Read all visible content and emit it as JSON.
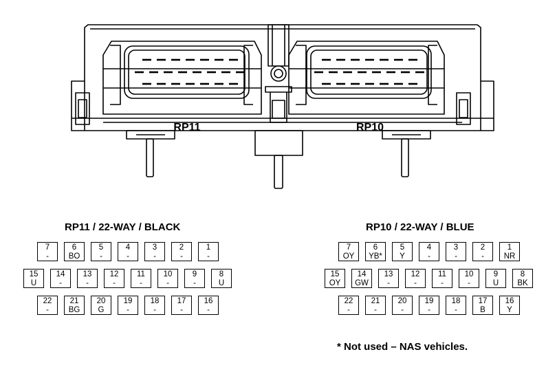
{
  "ecu": {
    "left_connector_label": "RP11",
    "right_connector_label": "RP10"
  },
  "tables": [
    {
      "id": "rp11",
      "title": "RP11 / 22-WAY / BLACK",
      "rows": [
        [
          {
            "n": "7",
            "c": "-"
          },
          {
            "n": "6",
            "c": "BO"
          },
          {
            "n": "5",
            "c": "-"
          },
          {
            "n": "4",
            "c": "-"
          },
          {
            "n": "3",
            "c": "-"
          },
          {
            "n": "2",
            "c": "-"
          },
          {
            "n": "1",
            "c": "-"
          }
        ],
        [
          {
            "n": "15",
            "c": "U"
          },
          {
            "n": "14",
            "c": "-"
          },
          {
            "n": "13",
            "c": "-"
          },
          {
            "n": "12",
            "c": "-"
          },
          {
            "n": "11",
            "c": "-"
          },
          {
            "n": "10",
            "c": "-"
          },
          {
            "n": "9",
            "c": "-"
          },
          {
            "n": "8",
            "c": "U"
          }
        ],
        [
          {
            "n": "22",
            "c": "-"
          },
          {
            "n": "21",
            "c": "BG"
          },
          {
            "n": "20",
            "c": "G"
          },
          {
            "n": "19",
            "c": "-"
          },
          {
            "n": "18",
            "c": "-"
          },
          {
            "n": "17",
            "c": "-"
          },
          {
            "n": "16",
            "c": "-"
          }
        ]
      ]
    },
    {
      "id": "rp10",
      "title": "RP10 / 22-WAY / BLUE",
      "rows": [
        [
          {
            "n": "7",
            "c": "OY"
          },
          {
            "n": "6",
            "c": "YB*"
          },
          {
            "n": "5",
            "c": "Y"
          },
          {
            "n": "4",
            "c": "-"
          },
          {
            "n": "3",
            "c": "-"
          },
          {
            "n": "2",
            "c": "-"
          },
          {
            "n": "1",
            "c": "NR"
          }
        ],
        [
          {
            "n": "15",
            "c": "OY"
          },
          {
            "n": "14",
            "c": "GW"
          },
          {
            "n": "13",
            "c": "-"
          },
          {
            "n": "12",
            "c": "-"
          },
          {
            "n": "11",
            "c": "-"
          },
          {
            "n": "10",
            "c": "-"
          },
          {
            "n": "9",
            "c": "U"
          },
          {
            "n": "8",
            "c": "BK"
          }
        ],
        [
          {
            "n": "22",
            "c": "-"
          },
          {
            "n": "21",
            "c": "-"
          },
          {
            "n": "20",
            "c": "-"
          },
          {
            "n": "19",
            "c": "-"
          },
          {
            "n": "18",
            "c": "-"
          },
          {
            "n": "17",
            "c": "B"
          },
          {
            "n": "16",
            "c": "Y"
          }
        ]
      ]
    }
  ],
  "footnote": "* Not used – NAS vehicles."
}
